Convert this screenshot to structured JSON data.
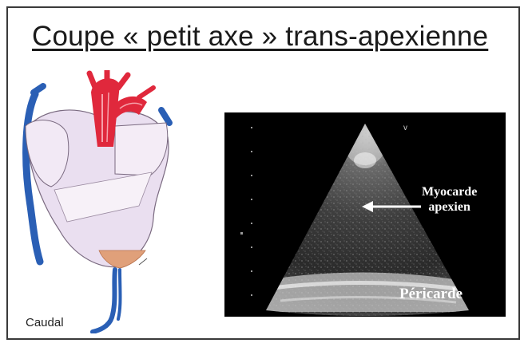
{
  "slide": {
    "title": "Coupe « petit axe » trans-apexienne"
  },
  "heart_illustration": {
    "caudal_label": "Caudal",
    "colors": {
      "artery": "#e0283c",
      "vein": "#2a5fb5",
      "muscle": "#e9dcef",
      "apex": "#e0a07a"
    }
  },
  "echo_image": {
    "myocarde_label_line1": "Myocarde",
    "myocarde_label_line2": "apexien",
    "pericarde_label": "Péricarde",
    "depth_marker": "v"
  }
}
